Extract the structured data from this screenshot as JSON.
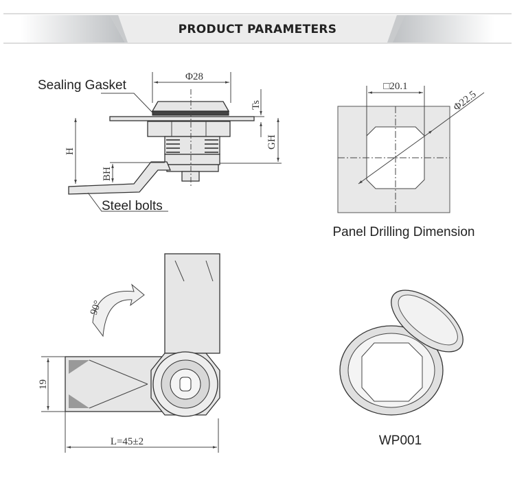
{
  "banner": {
    "title": "PRODUCT PARAMETERS"
  },
  "side_view": {
    "labels": {
      "gasket": "Sealing Gasket",
      "bolts": "Steel bolts"
    },
    "dimensions": {
      "diameter": "Φ28",
      "ts": "Ts",
      "gh": "GH",
      "h": "H",
      "bh": "BH"
    }
  },
  "panel_drilling": {
    "caption": "Panel Drilling Dimension",
    "dimensions": {
      "square": "□20.1",
      "diameter": "Φ22.5"
    }
  },
  "front_view": {
    "rotation": "90°",
    "dimensions": {
      "width": "19",
      "length": "L=45±2"
    }
  },
  "cover_view": {
    "model": "WP001"
  }
}
